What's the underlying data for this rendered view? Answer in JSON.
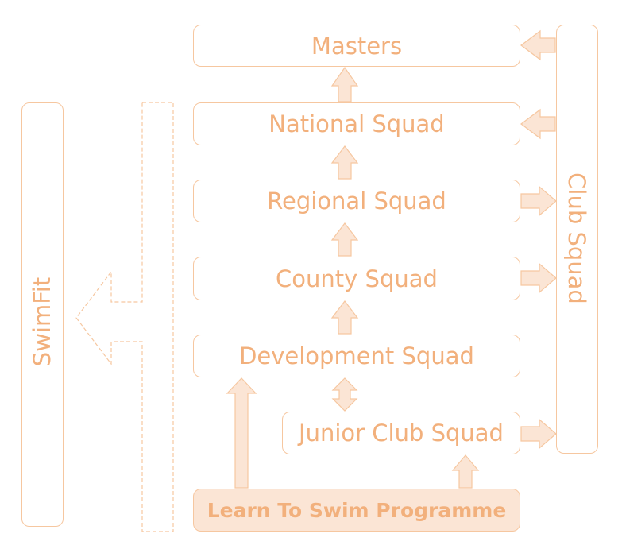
{
  "diagram": {
    "nodes": {
      "masters": "Masters",
      "national": "National Squad",
      "regional": "Regional Squad",
      "county": "County Squad",
      "development": "Development Squad",
      "junior": "Junior Club Squad",
      "learn": "Learn To Swim Programme",
      "club": "Club Squad",
      "swimfit": "SwimFit"
    },
    "colors": {
      "stroke": "#f6c7a0",
      "text": "#f2b07c",
      "arrow_fill": "#fbe5d5",
      "learn_fill": "#fbe5d5"
    }
  }
}
